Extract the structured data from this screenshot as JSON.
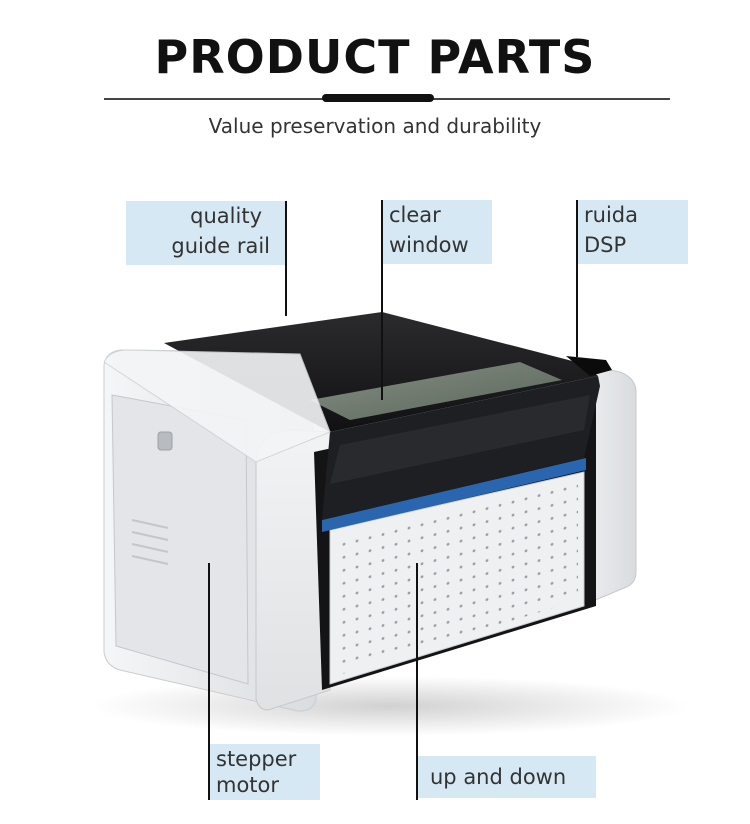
{
  "header": {
    "title": "PRODUCT PARTS",
    "subtitle": "Value preservation and durability"
  },
  "callouts": {
    "guide_rail": [
      "quality",
      "guide rail"
    ],
    "window": [
      "clear",
      "window"
    ],
    "dsp": [
      "ruida",
      "DSP"
    ],
    "stepper": [
      "stepper",
      "motor"
    ],
    "updown": [
      "up and down"
    ]
  },
  "colors": {
    "callout_bg": "#d6e8f3",
    "accent_blue": "#2a66b0",
    "lid": "#1c1c1e",
    "body": "#eceef0"
  }
}
